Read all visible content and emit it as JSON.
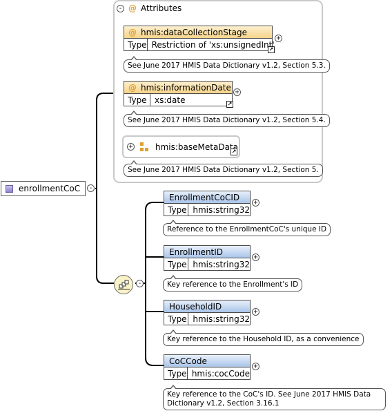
{
  "root": {
    "label": "enrollmentCoC"
  },
  "attributes": {
    "title": "Attributes",
    "items": [
      {
        "name": "hmis:dataCollectionStage",
        "type_key": "Type",
        "type_value": "Restriction of 'xs:unsignedInt'",
        "doc": "See June 2017 HMIS Data Dictionary v1.2, Section 5.3."
      },
      {
        "name": "hmis:informationDate",
        "type_key": "Type",
        "type_value": "xs:date",
        "doc": "See June 2017 HMIS Data Dictionary v1.2, Section 5.4."
      }
    ],
    "ref_group": {
      "name": "hmis:baseMetaData",
      "doc": "See June 2017 HMIS Data Dictionary v1.2, Section 5."
    }
  },
  "elements": [
    {
      "name": "EnrollmentCoCID",
      "type_key": "Type",
      "type_value": "hmis:string32",
      "doc": "Reference to the EnrollmentCoC's unique ID"
    },
    {
      "name": "EnrollmentID",
      "type_key": "Type",
      "type_value": "hmis:string32",
      "doc": "Key reference to the Enrollment's ID"
    },
    {
      "name": "HouseholdID",
      "type_key": "Type",
      "type_value": "hmis:string32",
      "doc": "Key reference to the Household ID, as a convenience"
    },
    {
      "name": "CoCCode",
      "type_key": "Type",
      "type_value": "hmis:cocCode",
      "doc_line1": "Key reference to the CoC's ID. See June 2017 HMIS Data",
      "doc_line2": "Dictionary v1.2, Section 3.16.1"
    }
  ],
  "icons": {
    "expand": "+",
    "collapse": "-",
    "link": "↗"
  },
  "colors": {
    "attribute_header": "#f6d38a",
    "element_header": "#a9c4ea",
    "compositor": "#faf3c8"
  }
}
